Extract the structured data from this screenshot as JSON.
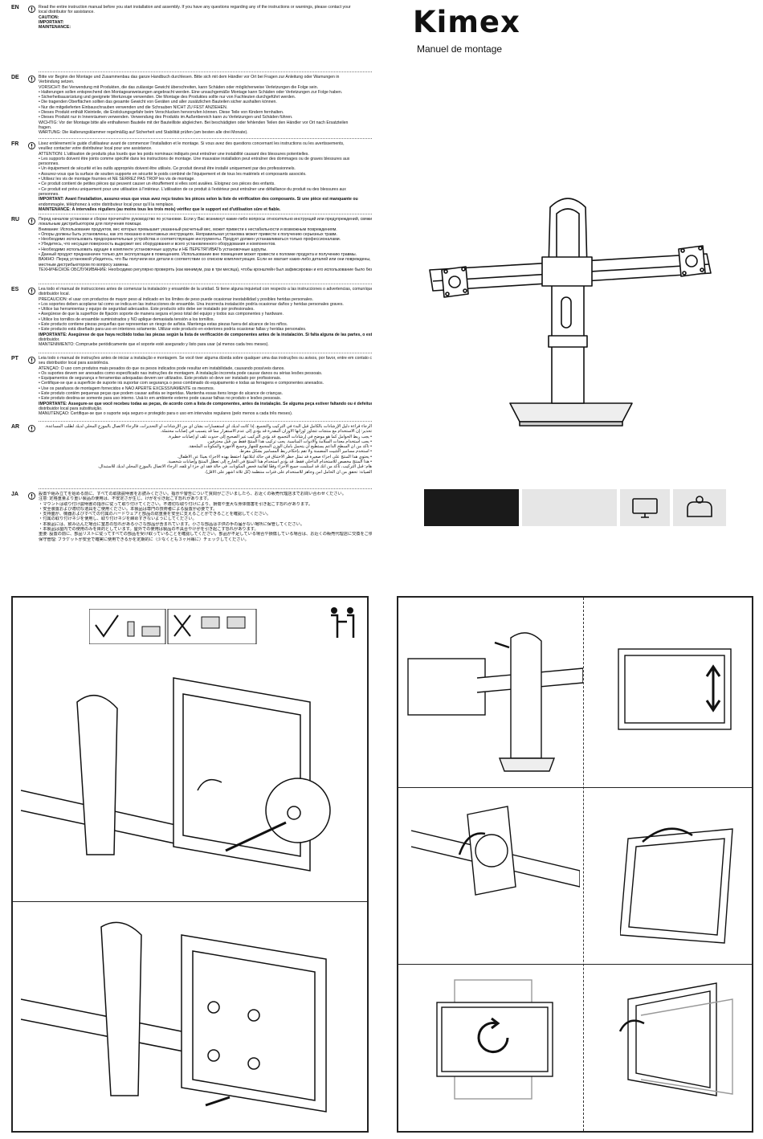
{
  "brand": {
    "logo": "Kimex",
    "subtitle": "Manuel de montage"
  },
  "languages": [
    {
      "code": "EN",
      "lines": [
        "Read the entire instruction manual before you start installation and assembly. If you have any questions regarding any of the instructions or warnings, please contact your",
        "local distributor for assistance.",
        "CAUTION:",
        "IMPORTANT:",
        "MAINTENANCE:"
      ]
    },
    {
      "code": "DE",
      "lines": [
        "Bitte vor Beginn der Montage und Zusammenbau das ganze Handbuch durchlesen. Bitte sich mit dem Händler vor Ort bei Fragen zur Anleitung oder Warnungen in",
        "Verbindung setzen.",
        "VORSICHT: Bei Verwendung mit Produkten, die das zulässige Gewicht überschreiten, kann Schäden oder möglicherweise Verletzungen die Folge sein.",
        "• Halterungen sollen entsprechend den Montageanweisungen angebracht werden. Eine unsachgemäße Montage kann Schäden oder Verletzungen zur Folge haben.",
        "• Sicherheitsausrüstung und geeignete Werkzeuge verwenden. Die Montage des Produktes sollte nur von Fachleuten durchgeführt werden.",
        "• Die tragenden Oberflächen sollten das gesamte Gewicht von Geräten und aller zusätzlichen Bauteilen sicher aushalten können.",
        "• Nur die mitgelieferten Einbauschrauben verwenden und die Schrauben NICHT ZU FEST ANZIEHEN.",
        "• Dieses Produkt enthält Kleinteile, die Erstickungsgefahr beim Verschlucken hervorrufen können. Diese Teile von Kindern fernhalten.",
        "• Dieses Produkt nur in Innenräumen verwenden. Verwendung des Produkts im Außenbereich kann zu Verletzungen und Schäden führen.",
        "WICHTIG: Vor der Montage bitte alle enthaltenen Bauteile mit der Bauteilliste abgleichen. Bei beschädigten oder fehlenden Teilen den Händler vor Ort nach Ersatzteilen",
        "fragen.",
        "WARTUNG: Die Halterungsklammer regelmäßig auf Sicherheit und Stabilität prüfen (am besten alle drei Monate)."
      ]
    },
    {
      "code": "FR",
      "lines": [
        "Lisez entièrement le guide d'utilisateur avant de commencer l'installation et le montage. Si vous avez des questions concernant les instructions ou les avertissements,",
        "veuillez contacter votre distributeur local pour une assistance.",
        "ATTENTION: L'utilisation de produits plus lourds que les poids nominaux indiqués peut entraîner une instabilité causant des blessures potentielles.",
        "• Les supports doivent être joints comme spécifié dans les instructions de montage. Une mauvaise installation peut entraîner des dommages ou de graves blessures aux",
        "  personnes.",
        "• Un équipement de sécurité et les outils appropriés doivent être utilisés. Ce produit devrait être installé uniquement par des professionnels.",
        "• Assurez-vous que la surface de soutien supporte en sécurité le poids combiné de l'équipement et de tous les matériels et composants associés.",
        "• Utilisez les vis de montage fournies et NE SERREZ PAS TROP les vis de montage.",
        "• Ce produit contient de petites pièces qui peuvent causer un étouffement si elles sont avalées. Éloignez ces pièces des enfants.",
        "• Ce produit est prévu uniquement pour une utilisation à l'intérieur. L'utilisation de ce produit à l'extérieur peut entraîner une défaillance du produit ou des blessures aux",
        "  personnes.",
        "IMPORTANT: Avant l'installation, assurez-vous que vous avez reçu toutes les pièces selon la liste de vérification des composants. Si une pièce est manquante ou",
        "endommagée, téléphonez à votre distributeur local pour qu'il la remplace.",
        "MAINTENANCE: À intervalles réguliers (au moins tous les trois mois) vérifiez que le support est d'utilisation sûre et fiable."
      ]
    },
    {
      "code": "RU",
      "lines": [
        "Перед началом установки и сборки прочитайте руководство по установке. Если у Вас возникнут какие-либо вопросы относительно инструкций или предупреждений, свяжитесь с Вашим",
        "локальным дистрибьютором для получения помощи.",
        "Внимание: Использование продуктов, вес которых превышает указанный расчетный вес, может привести к нестабильности и возможным повреждениям.",
        "• Опоры должны быть установлены, как это показано в монтажных инструкциях. Неправильная установка может привести к получению серьезных травм.",
        "• Необходимо использовать предохранительные устройства и соответствующие инструменты. Продукт должен устанавливаться только профессионалами.",
        "• Убедитесь, что несущая поверхность выдержит вес оборудования и всего установленного оборудования и компонентов.",
        "• Необходимо использовать идущие в комплекте установочные шурупы и НЕ ПЕРЕТЯГИВАТЬ установочные шурупы.",
        "• Данный продукт предназначен только для эксплуатации в помещениях. Использование вне помещения может привести к поломке продукта и получению травмы.",
        "ВАЖНО: Перед установкой убедитесь, что Вы получили все детали в соответствии со списком комплектующих. Если не хватает каких-либо деталей или они повреждены, свяжитесь с Вашим",
        "местным дистрибьютором по вопросу замены.",
        "ТЕХНИЧЕСКОЕ ОБСЛУЖИВАНИЕ: Необходимо регулярно проверять (как минимум, раз в три месяца), чтобы кронштейн был зафиксирован и его использование было безопасным."
      ]
    },
    {
      "code": "ES",
      "lines": [
        "Lea todo el manual de instrucciones antes de comenzar la instalación y ensamble de la unidad. Si tiene alguna inquietud con respecto a las instrucciones o advertencias, comuníquese con su",
        "distribuidor local.",
        "PRECAUCIÓN: el usar con productos de mayor peso al indicado en los límites de peso puede ocasionar inestabilidad y posibles heridas personales.",
        "• Los soportes deben acoplarse tal como se indica en las instrucciones de ensamble. Una incorrecta instalación podría ocasionar daños y heridas personales graves.",
        "• Utilice las herramientas y equipo de seguridad adecuados. Este producto sólo debe ser instalado por profesionales.",
        "• Asegúrese de que la superficie de fijación soporte de manera segura el peso total del equipo y todos sus componentes y hardware.",
        "• Utilice los tornillos de ensamble suministrados y NO aplique demasiada tensión a los tornillos.",
        "• Este producto contiene piezas pequeñas que representan un riesgo de asfixia. Mantenga estas piezas fuera del alcance de los niños.",
        "• Este producto está diseñado para uso en interiores solamente. Utilizar este producto en exteriores podría ocasionar fallas y heridas personales.",
        "IMPORTANTE: Asegúrese de que haya recibido todas las piezas según la lista de verificación de componentes antes de la instalación. Si falta alguna de las partes, o está dañada, contacte a su",
        "distribuidor.",
        "MANTENIMIENTO: Compruebe periódicamente que el soporte esté asegurado y listo para usar (al menos cada tres meses)."
      ]
    },
    {
      "code": "PT",
      "lines": [
        "Leia todo o manual de instruções antes de iniciar a instalação e montagem. Se você tiver alguma dúvida sobre qualquer uma das instruções ou avisos, por favor, entre em contato com o",
        "seu distribuidor local para assistência.",
        "ATENÇÃO: O uso com produtos mais pesados do que os pesos indicados pode resultar em instabilidade, causando possíveis danos.",
        "• Os suportes devem ser anexados como especificado nas instruções de montagem. A instalação incorreta pode causar danos ou sérias lesões pessoais.",
        "• Equipamentos de segurança e ferramentas adequadas devem ser utilizados. Este produto só deve ser instalado por profissionais.",
        "• Certifique-se que a superfície de suporte irá suportar com segurança o peso combinado do equipamento e todas as ferragens e componentes anexados.",
        "• Use os parafusos de montagem fornecidos e NÃO APERTE EXCESSIVAMENTE os mesmos.",
        "• Este produto contém pequenas peças que podem causar asfixia se ingeridas. Mantenha essas itens longe do alcance de crianças.",
        "• Este produto destina-se somente para uso interno. Usá-lo em ambiente externo pode causar falhas no produto e lesões pessoais.",
        "IMPORTANTE: Assegure-se que você recebeu todas as peças, de acordo com a lista de componentes, antes da instalação. Se alguma peça estiver faltando ou é defeituosa, contate o seu",
        "distribuidor local para substituição.",
        "MANUTENÇÃO: Certifique-se que o suporte seja seguro e protegido para o uso em intervalos regulares (pelo menos a cada três meses)."
      ]
    },
    {
      "code": "AR",
      "lines": [
        "الرجاء قراءة دليل الإرشادات بالكامل قبل البدء في التركيب والتجميع. إذا كانت لديك أي استفسارات بشأن أي من الإرشادات أو التحذيرات، فالرجاء الاتصال بالموزع المحلي لديك لطلب المساعدة.",
        "تحذير: إن الاستخدام مع منتجات تتجاوز أوزانها الأوزان المقدرة قد يؤدي إلى عدم الاستقرار مما قد يتسبب في إصابات محتملة.",
        "• يجب ربط الحوامل كما هو موضح في إرشادات التجميع. قد يؤدي التركيب غير الصحيح إلى حدوث تلف أو إصابات خطيرة.",
        "• يجب استخدام معدات السلامة والأدوات المناسبة. يجب تركيب هذا المنتج فقط من قبل محترفين.",
        "• تأكد من أن السطح الداعم يستطيع أن يتحمل بأمان الوزن المجمع للجهاز وجميع الأجهزة والمكونات الملحقة.",
        "• استخدم مسامير التثبيت المضمنة ولا تقم بإحكام ربط المسامير بشكل مفرط.",
        "• يحتوي هذا المنتج على أجزاء صغيرة قد تمثل خطر الاختناق في حالة ابتلاعها. احتفظ بهذه الأجزاء بعيدًا عن الأطفال.",
        "• هذا المنتج مخصص للاستخدام الداخلي فقط. قد يؤدي استخدام هذا المنتج في الخارج إلى تعطل المنتج وإصابات شخصية.",
        "هام: قبل التركيب، تأكد من أنك قد استلمت جميع الأجزاء وفقًا لقائمة فحص المكونات. في حالة فقد أي جزء أو تلفه، الرجاء الاتصال بالموزع المحلي لديك للاستبدال.",
        "الصيانة: تحقق من أن الحامل آمن وجاهز للاستخدام على فترات منتظمة (كل ثلاثة أشهر على الأقل)."
      ]
    },
    {
      "code": "JA",
      "lines": [
        "設置や組み立てを始める前に、すべての取扱説明書をお読みください。指示や警告について質問がございましたら、お近くの販売代理店までお問い合わせください。",
        "注意: 定格重量より重い製品の使用は、不安定さが生じ、けがを引き起こす恐れがあります。",
        "・マウントは取り付け説明書の指示に従って取り付けてください。不適切な取り付けにより、損傷や重大な身体傷害を引き起こす恐れがあります。",
        "・安全装置および適切な道具をご使用ください。本製品は専門の技術者による設置が必要です。",
        "・支持面が、機器およびすべての付属のハードウェアと部品の総重量を安全に支えることができることを確認してください。",
        "・付属の取り付けネジを使用し、取り付けネジを締めすぎないようにしてください。",
        "・本製品には、飲み込んだ場合に窒息の恐れがある小さな部品が含まれています。小さな部品は子供の手の届かない場所に保管してください。",
        "・本製品は屋内での使用のみを目的としています。屋外での使用は製品の不具合やけがを引き起こす恐れがあります。",
        "重要: 設置の前に、部品リストに従ってすべての部品を受け取っていることを確認してください。部品が不足している場合や損傷している場合は、お近くの販売代理店に交換をご依頼ください。",
        "保守管理: ブラケットが安全で確実に使用できるかを定期的に（少なくとも３ヶ月毎に）チェックしてください。"
      ]
    }
  ],
  "icons": [
    "warning-icon",
    "stand-icon",
    "monitor-icon",
    "bracket-icon",
    "two-person-lift-icon",
    "check-icon",
    "cross-icon",
    "rotate-icon"
  ]
}
